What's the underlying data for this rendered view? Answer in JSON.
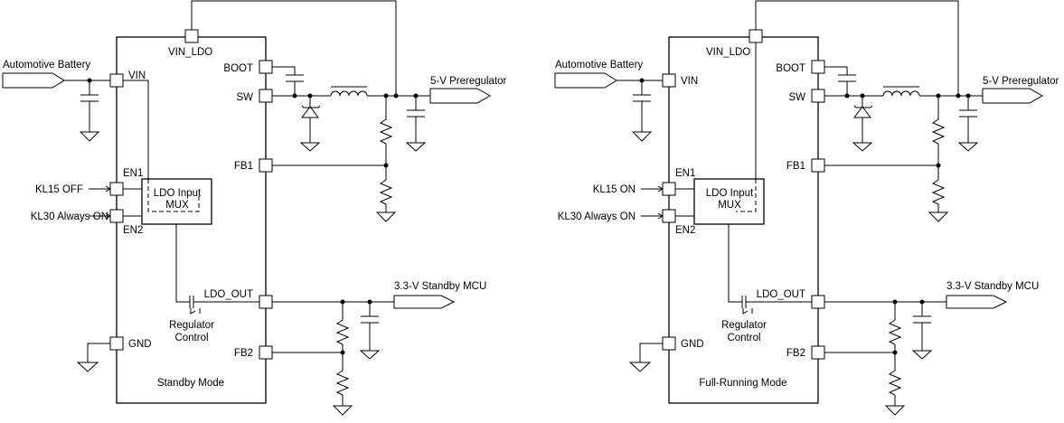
{
  "diagrams": [
    {
      "mode_label": "Standby Mode",
      "battery_label": "Automotive Battery",
      "en1_input": "KL15 OFF",
      "en2_input": "KL30 Always ON",
      "preregulator_label": "5-V Preregulator",
      "mcu_label": "3.3-V Standby MCU"
    },
    {
      "mode_label": "Full-Running Mode",
      "battery_label": "Automotive Battery",
      "en1_input": "KL15 ON",
      "en2_input": "KL30 Always ON",
      "preregulator_label": "5-V Preregulator",
      "mcu_label": "3.3-V Standby MCU"
    }
  ],
  "pins": {
    "vin_ldo": "VIN_LDO",
    "vin": "VIN",
    "boot": "BOOT",
    "sw": "SW",
    "fb1": "FB1",
    "en1": "EN1",
    "en2": "EN2",
    "ldo_out": "LDO_OUT",
    "gnd": "GND",
    "fb2": "FB2"
  },
  "mux": {
    "line1": "LDO Input",
    "line2": "MUX"
  },
  "regulator": {
    "line1": "Regulator",
    "line2": "Control"
  }
}
